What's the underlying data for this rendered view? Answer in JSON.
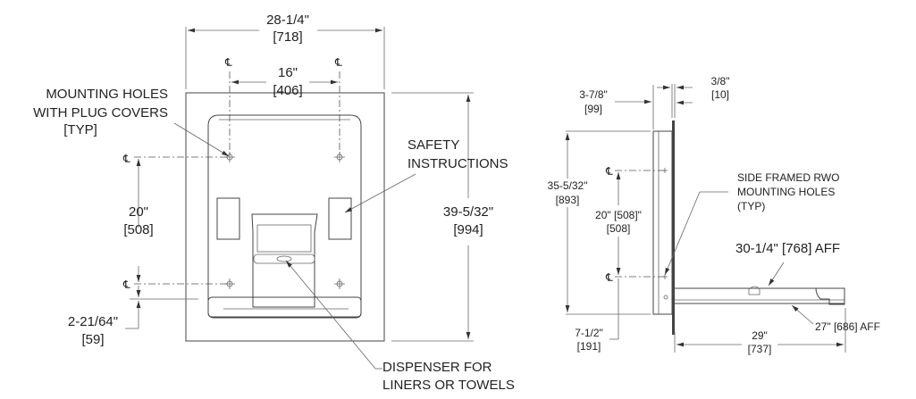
{
  "front_view": {
    "overall_width": {
      "imperial": "28-1/4\"",
      "metric": "[718]"
    },
    "hole_spacing_h": {
      "imperial": "16\"",
      "metric": "[406]"
    },
    "hole_spacing_v": {
      "imperial": "20\"",
      "metric": "[508]"
    },
    "overall_height": {
      "imperial": "39-5/32\"",
      "metric": "[994]"
    },
    "bottom_offset": {
      "imperial": "2-21/64\"",
      "metric": "[59]"
    },
    "centerline_symbol": "℄",
    "callouts": {
      "mounting_holes": [
        "MOUNTING HOLES",
        "WITH PLUG COVERS",
        "[TYP]"
      ],
      "safety": [
        "SAFETY",
        "INSTRUCTIONS"
      ],
      "dispenser": [
        "DISPENSER FOR",
        "LINERS OR TOWELS"
      ]
    }
  },
  "side_view": {
    "depth": {
      "imperial": "3-7/8\"",
      "metric": "[99]"
    },
    "flange": {
      "imperial": "3/8\"",
      "metric": "[10]"
    },
    "height": {
      "imperial": "35-5/32\"",
      "metric": "[893]"
    },
    "hole_spacing": {
      "imperial": "20\" [508]\"",
      "metric": "[508]"
    },
    "bottom_offset": {
      "imperial": "7-1/2\"",
      "metric": "[191]"
    },
    "extension": {
      "imperial": "29\"",
      "metric": "[737]"
    },
    "top_aff": "30-1/4\" [768] AFF",
    "bottom_aff": "27\" [686] AFF",
    "centerline_symbol": "℄",
    "callouts": {
      "side_holes": [
        "SIDE FRAMED RWO",
        "MOUNTING HOLES",
        "(TYP)"
      ]
    }
  }
}
